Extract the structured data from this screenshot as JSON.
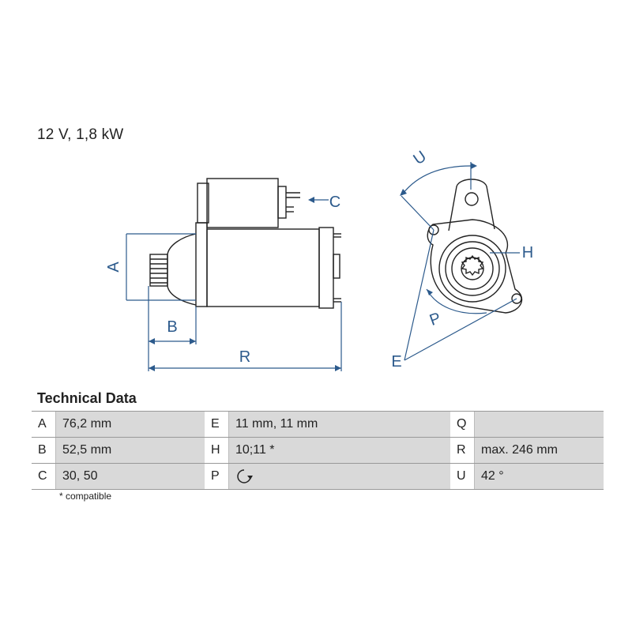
{
  "header": {
    "spec": "12 V, 1,8 kW"
  },
  "drawing": {
    "labels": {
      "A": "A",
      "B": "B",
      "C": "C",
      "E": "E",
      "H": "H",
      "P": "P",
      "R": "R",
      "U": "U"
    },
    "accent_color": "#2c5a8c"
  },
  "technical_data": {
    "title": "Technical Data",
    "rows": [
      [
        {
          "key": "A",
          "value": "76,2 mm"
        },
        {
          "key": "E",
          "value": "11 mm, 11 mm"
        },
        {
          "key": "Q",
          "value": ""
        }
      ],
      [
        {
          "key": "B",
          "value": "52,5 mm"
        },
        {
          "key": "H",
          "value": "10;11 *"
        },
        {
          "key": "R",
          "value": "max. 246 mm"
        }
      ],
      [
        {
          "key": "C",
          "value": "30, 50"
        },
        {
          "key": "P",
          "value": "",
          "icon": "rotation-clockwise-icon"
        },
        {
          "key": "U",
          "value": "42 °"
        }
      ]
    ],
    "footnote": "* compatible"
  }
}
